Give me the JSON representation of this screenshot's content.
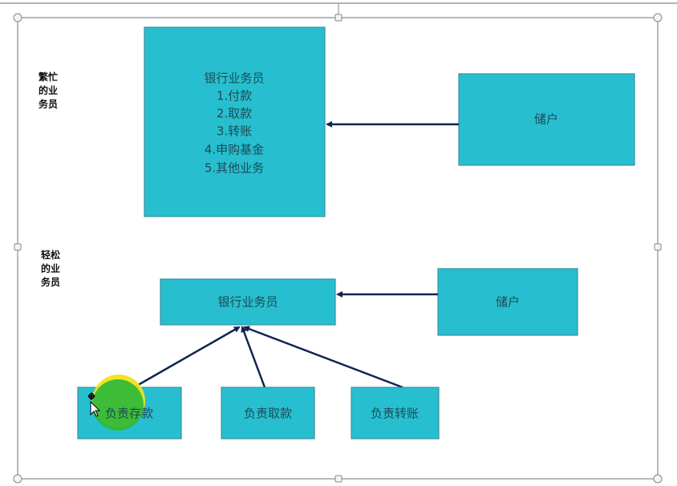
{
  "labels": {
    "busy": [
      "繁忙",
      "的业",
      "务员"
    ],
    "relaxed": [
      "轻松",
      "的业",
      "务员"
    ]
  },
  "busy_section": {
    "teller_lines": [
      "银行业务员",
      "1.付款",
      "2.取款",
      "3.转账",
      "4.申购基金",
      "5.其他业务"
    ],
    "customer": "储户"
  },
  "relaxed_section": {
    "teller": "银行业务员",
    "customer": "储户",
    "specialists": [
      "负责存款",
      "负责取款",
      "负责转账"
    ]
  },
  "colors": {
    "box": "#27bfcf",
    "arrow": "#0f2550",
    "cursor_highlight": "#2db83a"
  }
}
